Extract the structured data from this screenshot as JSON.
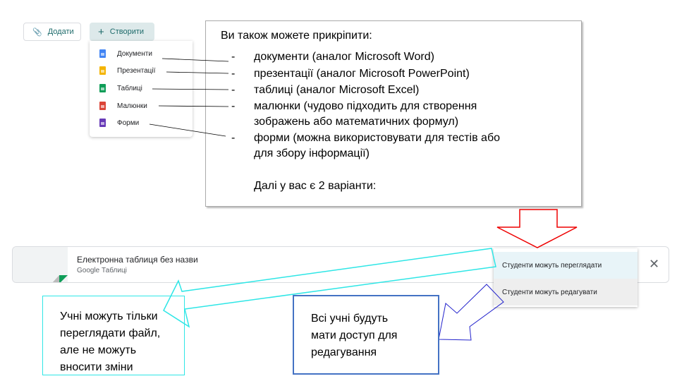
{
  "toolbar": {
    "add_label": "Додати",
    "create_label": "Створити"
  },
  "menu": [
    {
      "label": "Документи",
      "color": "#4285f4"
    },
    {
      "label": "Презентації",
      "color": "#f4b400"
    },
    {
      "label": "Таблиці",
      "color": "#0f9d58"
    },
    {
      "label": "Малюнки",
      "color": "#db4437"
    },
    {
      "label": "Форми",
      "color": "#673ab7"
    }
  ],
  "callout": {
    "title": "Ви також можете прикріпити:",
    "items": [
      "документи (аналог Microsoft Word)",
      "презентації (аналог Microsoft PowerPoint)",
      "таблиці (аналог Microsoft Excel)",
      "малюнки (чудово підходить для створення",
      "зображень або математичних формул)",
      "форми (можна використовувати для тестів або",
      "для збору інформації)"
    ],
    "footer": "Далі у вас є 2 варіанти:"
  },
  "attachment": {
    "title": "Електронна таблиця без назви",
    "subtitle": "Google Таблиці"
  },
  "share_options": [
    "Студенти можуть переглядати",
    "Студенти можуть редагувати"
  ],
  "notes": {
    "view": [
      "Учні можуть тільки",
      "переглядати файл,",
      "але не можуть",
      "вносити зміни"
    ],
    "edit": [
      "Всі учні будуть",
      "мати доступ для",
      "редагування"
    ]
  }
}
